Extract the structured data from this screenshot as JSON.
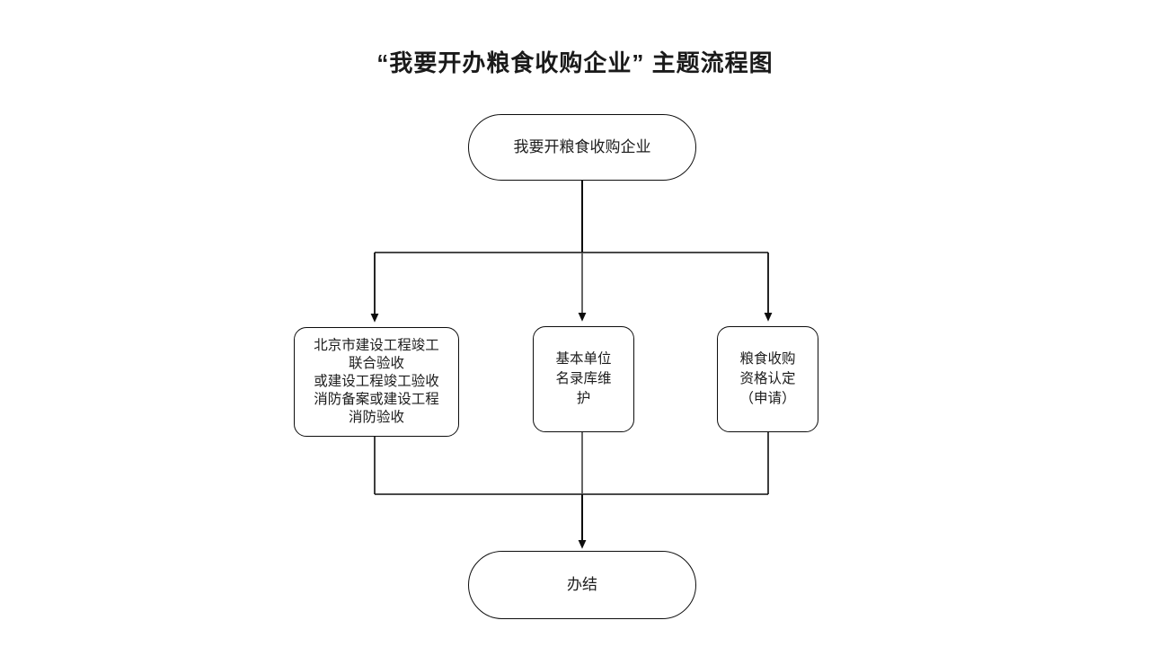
{
  "page": {
    "title": "“我要开办粮食收购企业” 主题流程图",
    "background_color": "#ffffff",
    "line_color": "#0d0d0d",
    "text_color": "#1c1c1c"
  },
  "flowchart": {
    "type": "flowchart",
    "direction": "top-to-bottom",
    "nodes": [
      {
        "id": "start",
        "shape": "terminal",
        "label": "我要开粮食收购企业"
      },
      {
        "id": "left",
        "shape": "process",
        "label": "北京市建设工程竣工\n联合验收\n或建设工程竣工验收\n消防备案或建设工程\n消防验收"
      },
      {
        "id": "mid",
        "shape": "process",
        "label": "基本单位\n名录库维\n护"
      },
      {
        "id": "right",
        "shape": "process",
        "label": "粮食收购\n资格认定\n（申请）"
      },
      {
        "id": "end",
        "shape": "terminal",
        "label": "办结"
      }
    ],
    "edges": [
      {
        "from": "start",
        "to": "left",
        "style": "elbow-split",
        "arrow": true
      },
      {
        "from": "start",
        "to": "mid",
        "style": "straight",
        "arrow": true
      },
      {
        "from": "start",
        "to": "right",
        "style": "elbow-split",
        "arrow": true
      },
      {
        "from": "left",
        "to": "end",
        "style": "elbow-merge",
        "arrow": false
      },
      {
        "from": "mid",
        "to": "end",
        "style": "straight",
        "arrow": true
      },
      {
        "from": "right",
        "to": "end",
        "style": "elbow-merge",
        "arrow": false
      }
    ]
  }
}
